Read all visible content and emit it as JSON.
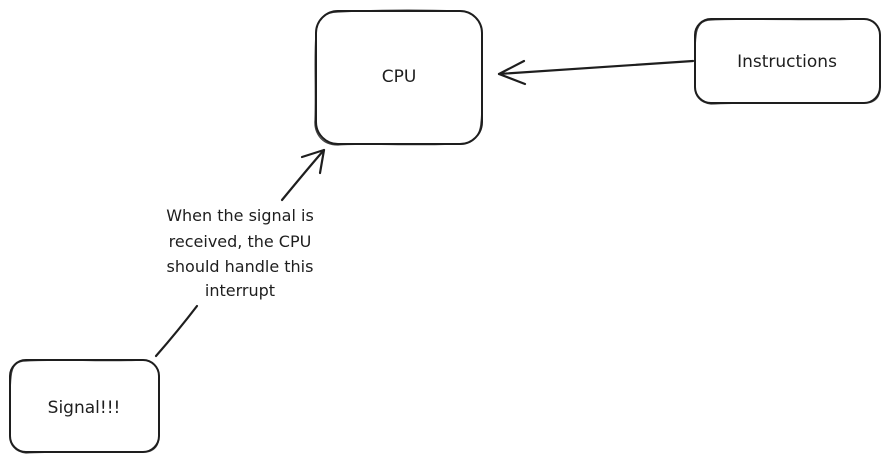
{
  "diagram": {
    "nodes": {
      "cpu": {
        "label": "CPU"
      },
      "instructions": {
        "label": "Instructions"
      },
      "signal": {
        "label": "Signal!!!"
      }
    },
    "edges": {
      "instructions_to_cpu": {
        "from": "instructions",
        "to": "cpu"
      },
      "signal_to_cpu": {
        "from": "signal",
        "to": "cpu",
        "label_lines": [
          "When the signal is",
          "received, the CPU",
          "should handle this",
          "interrupt"
        ]
      }
    },
    "colors": {
      "stroke": "#1e1e1e",
      "background": "#ffffff"
    }
  }
}
